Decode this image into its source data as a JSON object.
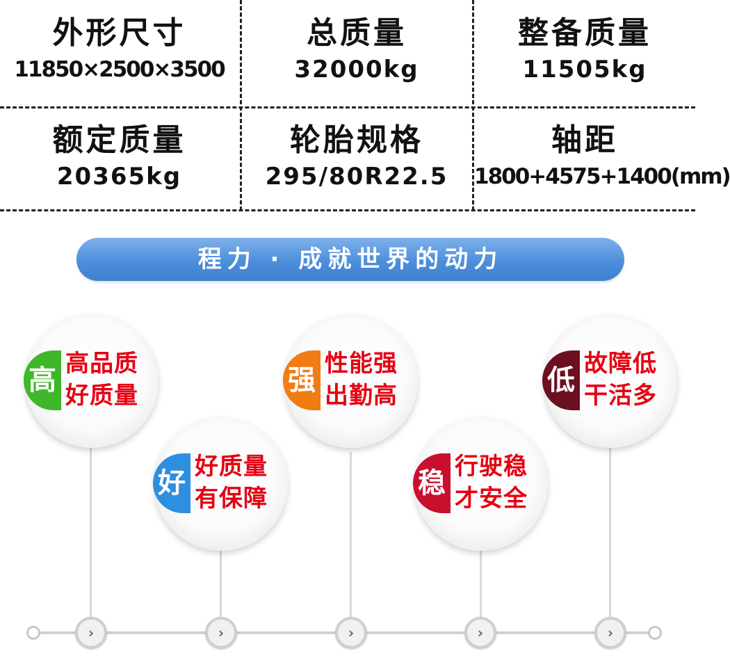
{
  "specs": [
    {
      "label": "外形尺寸",
      "value": "11850×2500×3500"
    },
    {
      "label": "总质量",
      "value": "32000kg"
    },
    {
      "label": "整备质量",
      "value": "11505kg"
    },
    {
      "label": "额定质量",
      "value": "20365kg"
    },
    {
      "label": "轮胎规格",
      "value": "295/80R22.5"
    },
    {
      "label": "轴距",
      "value": "1800+4575+1400(mm)"
    }
  ],
  "banner": {
    "text": "程力 · 成就世界的动力"
  },
  "features": [
    {
      "badge": "高",
      "line1": "高品质",
      "line2": "好质量",
      "color": "#3fb72b"
    },
    {
      "badge": "好",
      "line1": "好质量",
      "line2": "有保障",
      "color": "#2e8ee0"
    },
    {
      "badge": "强",
      "line1": "性能强",
      "line2": "出勤高",
      "color": "#f07c14"
    },
    {
      "badge": "稳",
      "line1": "行驶稳",
      "line2": "才安全",
      "color": "#c8102e"
    },
    {
      "badge": "低",
      "line1": "故障低",
      "line2": "干活多",
      "color": "#6a1020"
    }
  ],
  "timeline": {
    "node_glyph": "›"
  },
  "colors": {
    "banner": "#4c8fdc",
    "feature_text": "#e60012"
  }
}
